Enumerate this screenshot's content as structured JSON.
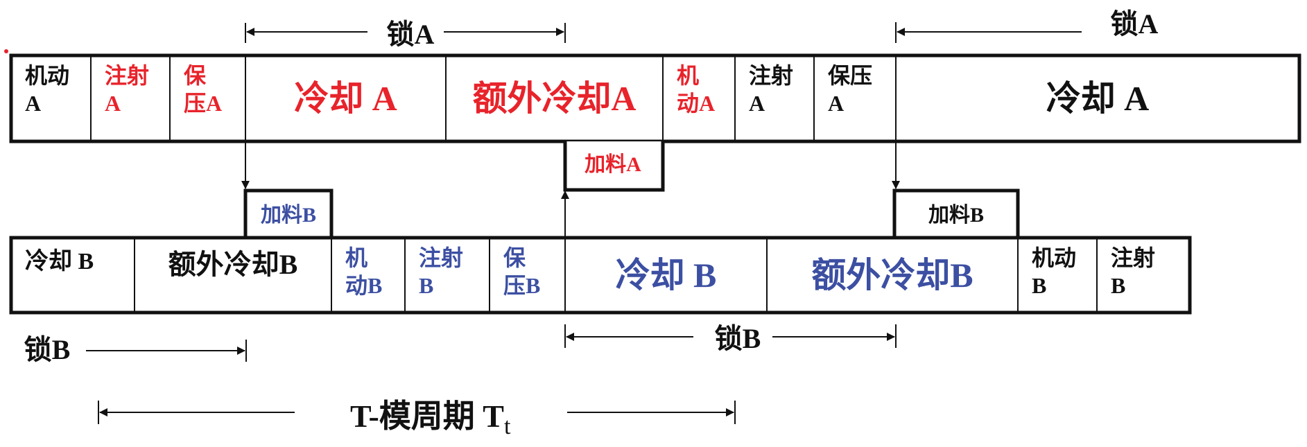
{
  "colors": {
    "red": "#e8232b",
    "blue": "#3c4fa2",
    "black": "#111111",
    "border": "#111111"
  },
  "lockA": {
    "top_label": "锁A",
    "right_label": "锁A"
  },
  "lockB": {
    "left_label": "锁B",
    "mid_label": "锁B"
  },
  "machineA": {
    "cells": [
      {
        "id": "move-a-1",
        "lines": [
          "机动",
          "A"
        ],
        "color": "black"
      },
      {
        "id": "inject-a-1",
        "lines": [
          "注射",
          "A"
        ],
        "color": "red"
      },
      {
        "id": "hold-a-1",
        "lines": [
          "保",
          "压A"
        ],
        "color": "red"
      },
      {
        "id": "cool-a-1",
        "lines": [
          "冷却 A"
        ],
        "color": "red",
        "big": true
      },
      {
        "id": "extra-cool-a-1",
        "lines": [
          "额外冷却A"
        ],
        "color": "red",
        "big": true
      },
      {
        "id": "move-a-2",
        "lines": [
          "机",
          "动A"
        ],
        "color": "red"
      },
      {
        "id": "inject-a-2",
        "lines": [
          "注射",
          "A"
        ],
        "color": "black"
      },
      {
        "id": "hold-a-2",
        "lines": [
          "保压",
          "A"
        ],
        "color": "black"
      },
      {
        "id": "cool-a-2",
        "lines": [
          "冷却 A"
        ],
        "color": "black",
        "big": true
      }
    ],
    "feed_label": "加料A"
  },
  "machineB": {
    "cells": [
      {
        "id": "cool-b-1",
        "lines": [
          "冷却 B"
        ],
        "color": "black"
      },
      {
        "id": "extra-cool-b-1",
        "lines": [
          "额外冷却B"
        ],
        "color": "black",
        "mid": true
      },
      {
        "id": "move-b-1",
        "lines": [
          "机",
          "动B"
        ],
        "color": "blue"
      },
      {
        "id": "inject-b-1",
        "lines": [
          "注射",
          "B"
        ],
        "color": "blue"
      },
      {
        "id": "hold-b-1",
        "lines": [
          "保",
          "压B"
        ],
        "color": "blue"
      },
      {
        "id": "cool-b-2",
        "lines": [
          "冷却 B"
        ],
        "color": "blue",
        "big": true
      },
      {
        "id": "extra-cool-b-2",
        "lines": [
          "额外冷却B"
        ],
        "color": "blue",
        "big": true
      },
      {
        "id": "move-b-2",
        "lines": [
          "机动",
          "B"
        ],
        "color": "black"
      },
      {
        "id": "inject-b-2",
        "lines": [
          "注射",
          "B"
        ],
        "color": "black"
      }
    ],
    "feed_label_1": "加料B",
    "feed_label_2": "加料B"
  },
  "cycle": {
    "label": "T-模周期 T",
    "subscript": "t"
  }
}
